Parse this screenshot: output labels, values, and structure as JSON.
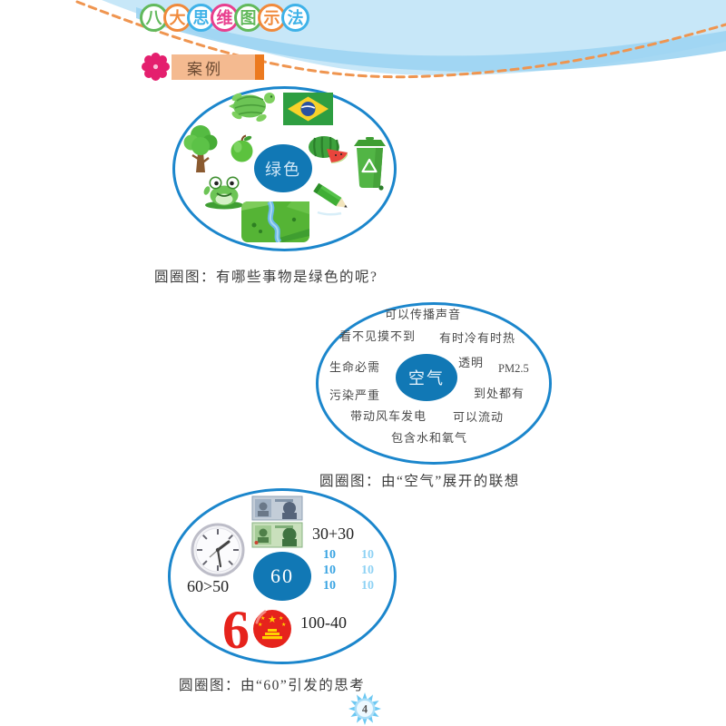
{
  "header": {
    "title": "八大思维图示法",
    "title_chars": [
      {
        "char": "八",
        "color": "#62b95c"
      },
      {
        "char": "大",
        "color": "#f08a3c"
      },
      {
        "char": "思",
        "color": "#3fb2e8"
      },
      {
        "char": "维",
        "color": "#e83f8e"
      },
      {
        "char": "图",
        "color": "#62b95c"
      },
      {
        "char": "示",
        "color": "#f08a3c"
      },
      {
        "char": "法",
        "color": "#3fb2e8"
      }
    ],
    "section_label": "案例",
    "colors": {
      "wave_blue_light": "#c7e7f8",
      "wave_blue_mid": "#9cd4f2",
      "dashed_line_orange": "#ef9550",
      "case_bar_bg": "#f4ba90",
      "case_bar_accent": "#ec7a1f",
      "flower_pink": "#e41f6e",
      "circle_border_blue": "#1b86cc",
      "center_node_blue": "#1178b5"
    }
  },
  "maps": [
    {
      "name": "green-circle-map",
      "center_label": "绿色",
      "caption": "圆圈图：有哪些事物是绿色的呢?",
      "icons": [
        "turtle-icon",
        "brazil-flag-icon",
        "tree-icon",
        "green-apple-icon",
        "watermelon-icon",
        "recycle-bin-icon",
        "frog-icon",
        "green-pencil-icon",
        "green-field-icon"
      ]
    },
    {
      "name": "air-circle-map",
      "center_label": "空气",
      "caption": "圆圈图：由“空气”展开的联想",
      "terms": [
        "可以传播声音",
        "看不见摸不到",
        "有时冷有时热",
        "生命必需",
        "透明",
        "PM2.5",
        "污染严重",
        "到处都有",
        "带动风车发电",
        "可以流动",
        "包含水和氧气"
      ]
    },
    {
      "name": "sixty-circle-map",
      "center_label": "60",
      "caption": "圆圈图：由“60”引发的思考",
      "expressions": {
        "sum": "30+30",
        "compare": "60>50",
        "subtract": "100-40",
        "tens": [
          "10",
          "10",
          "10",
          "10",
          "10",
          "10"
        ]
      },
      "icons": [
        "clock-icon",
        "banknotes-icon",
        "anniversary-60-logo"
      ]
    }
  ],
  "footer": {
    "page_number": "4"
  }
}
